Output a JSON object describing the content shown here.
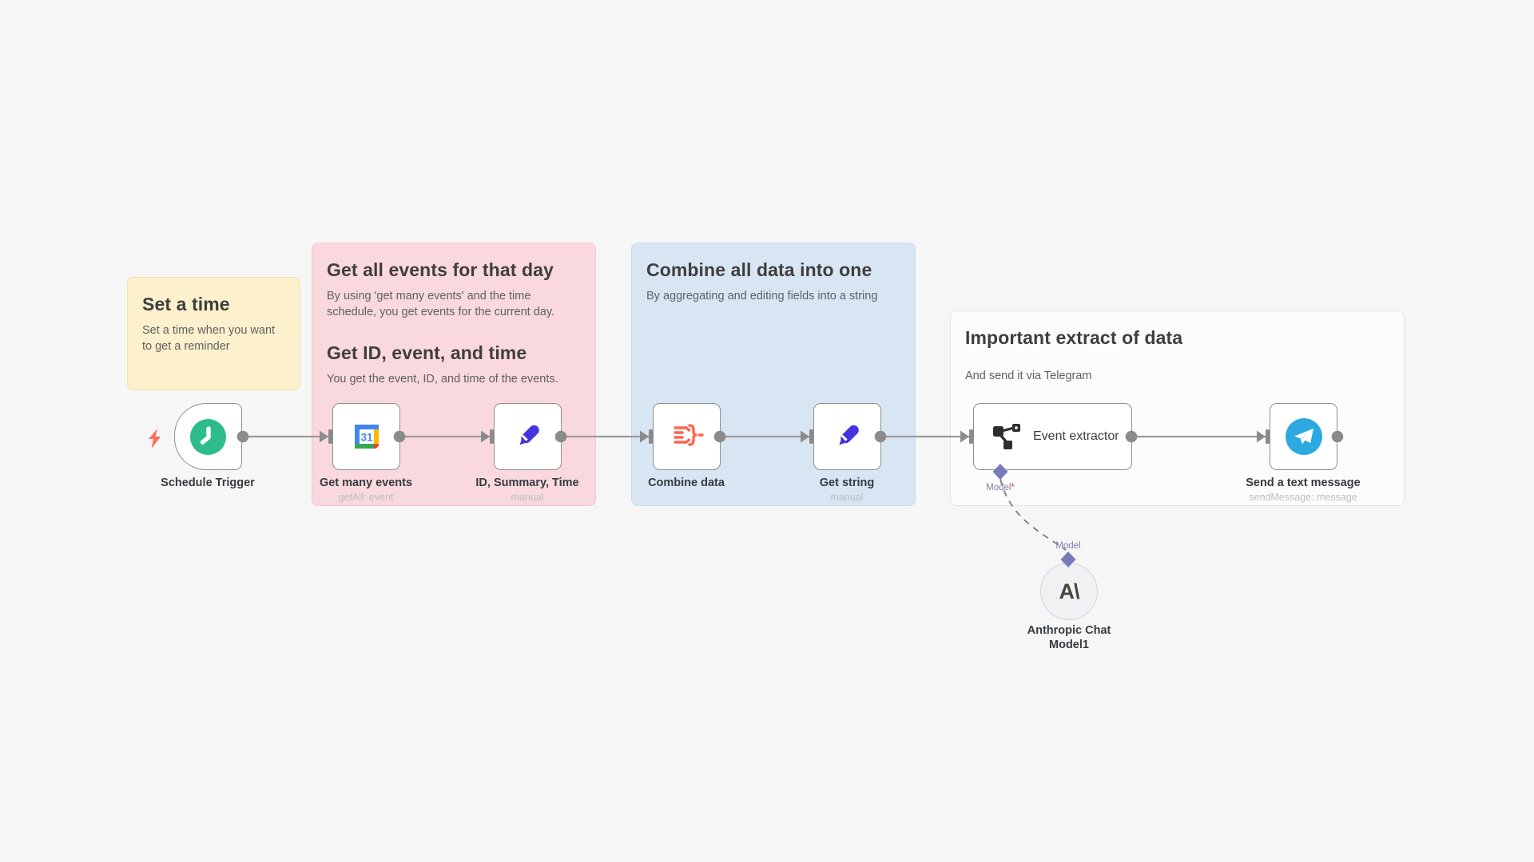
{
  "stickies": {
    "set_time": {
      "title": "Set a time",
      "body": "Set a time when you want to get a reminder"
    },
    "events": {
      "title1": "Get all events for that day",
      "body1": "By using 'get many events' and the time schedule, you get events for the current day.",
      "title2": "Get ID, event, and time",
      "body2": "You get the event, ID, and time of the events."
    },
    "combine": {
      "title": "Combine all data into one",
      "body": "By aggregating and editing fields into a string"
    },
    "extract": {
      "title": "Important extract of data",
      "body": "And send it via Telegram"
    }
  },
  "nodes": {
    "schedule_trigger": {
      "label": "Schedule Trigger"
    },
    "get_many_events": {
      "label": "Get many events",
      "subtitle": "getAll: event",
      "icon_text": "31"
    },
    "id_summary_time": {
      "label": "ID, Summary, Time",
      "subtitle": "manual"
    },
    "combine_data": {
      "label": "Combine data"
    },
    "get_string": {
      "label": "Get string",
      "subtitle": "manual"
    },
    "event_extractor": {
      "label": "Event extractor",
      "model_port_label": "Model",
      "model_port_required": "*"
    },
    "send_text_message": {
      "label": "Send a text message",
      "subtitle": "sendMessage: message"
    },
    "anthropic_model": {
      "label_line1": "Anthropic Chat",
      "label_line2": "Model1",
      "port_label": "Model",
      "glyph": "A\\"
    }
  },
  "colors": {
    "canvas_bg": "#f6f6f7",
    "sticky_yellow": "#fdf0cc",
    "sticky_pink": "#f9d9dd",
    "sticky_blue": "#d8e6f4",
    "sticky_white": "#fcfcfd",
    "node_border": "#8f8f8f",
    "wire_gray": "#9a9a9a",
    "schedule_green": "#2dbd8c",
    "pencil_blue": "#4633df",
    "aggregate_coral": "#ff6450",
    "extractor_dark": "#2e2e2e",
    "telegram_blue": "#2ba9e0",
    "model_diamond_purple": "#7779bd",
    "trigger_bolt_red": "#ff6b5a",
    "calendar_blue": "#4285f4",
    "calendar_yellow": "#fbbc04",
    "calendar_green": "#34a853",
    "calendar_red": "#ea4335"
  }
}
